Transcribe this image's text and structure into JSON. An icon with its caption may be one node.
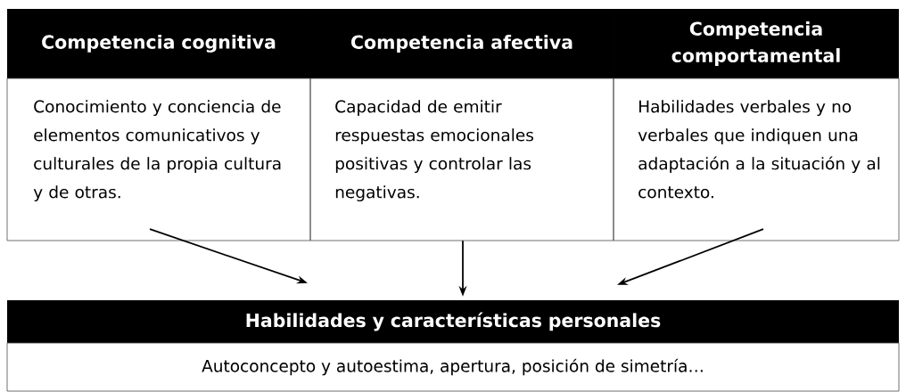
{
  "diagram": {
    "nodes": [
      {
        "text": [
          "Competencia cognitiva",
          "Conocimiento y conciencia de elementos comunicativos y culturales de la propia cultura y de otras."
        ]
      },
      {
        "text": [
          "Competencia afectiva",
          "Capacidad de emitir respuestas emocionales positivas y controlar las negativas."
        ]
      },
      {
        "text": [
          "Competencia comportamental",
          "Habilidades verbales y no verbales que indiquen una adaptación a la situación y al contexto."
        ]
      },
      {
        "text": [
          "Habilidades y características personales",
          "Autoconcepto y autoestima, apertura, posición de simetría…"
        ]
      }
    ],
    "edges": [
      {
        "from": 0,
        "to": 3,
        "arrow": "to"
      },
      {
        "from": 1,
        "to": 3,
        "arrow": "to"
      },
      {
        "from": 2,
        "to": 3,
        "arrow": "to"
      }
    ]
  }
}
